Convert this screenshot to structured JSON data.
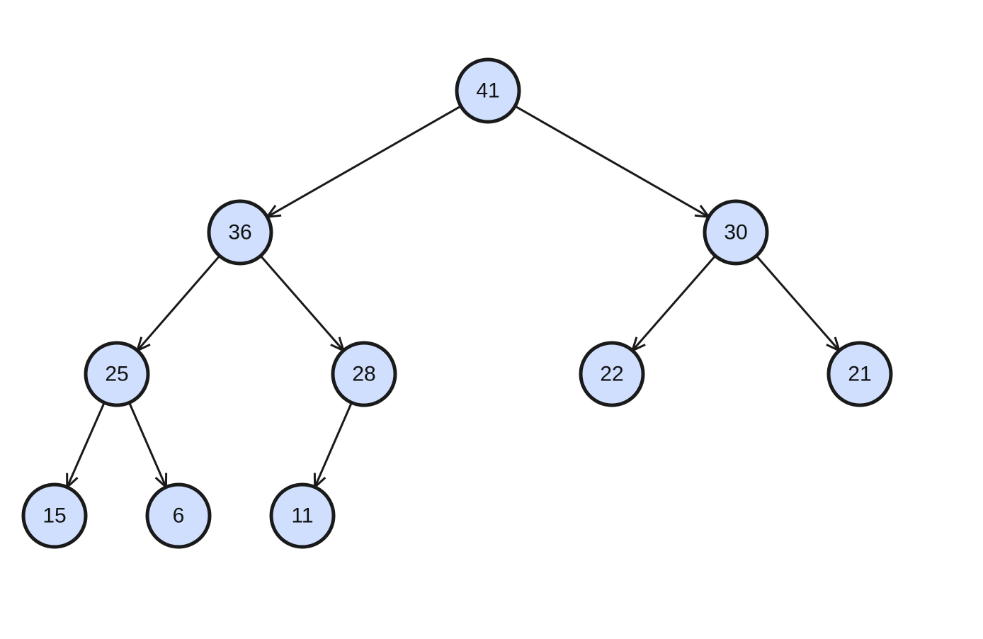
{
  "diagram": {
    "type": "binary-tree",
    "colors": {
      "node_fill": "#cfdffd",
      "node_stroke": "#1a1a1a",
      "edge": "#1a1a1a",
      "text": "#111111",
      "background": "#ffffff"
    },
    "nodes": [
      {
        "id": "n41",
        "label": "41"
      },
      {
        "id": "n36",
        "label": "36"
      },
      {
        "id": "n30",
        "label": "30"
      },
      {
        "id": "n25",
        "label": "25"
      },
      {
        "id": "n28",
        "label": "28"
      },
      {
        "id": "n22",
        "label": "22"
      },
      {
        "id": "n21",
        "label": "21"
      },
      {
        "id": "n15",
        "label": "15"
      },
      {
        "id": "n6",
        "label": "6"
      },
      {
        "id": "n11",
        "label": "11"
      }
    ],
    "edges": [
      {
        "from": "n41",
        "to": "n36"
      },
      {
        "from": "n41",
        "to": "n30"
      },
      {
        "from": "n36",
        "to": "n25"
      },
      {
        "from": "n36",
        "to": "n28"
      },
      {
        "from": "n30",
        "to": "n22"
      },
      {
        "from": "n30",
        "to": "n21"
      },
      {
        "from": "n25",
        "to": "n15"
      },
      {
        "from": "n25",
        "to": "n6"
      },
      {
        "from": "n28",
        "to": "n11"
      }
    ]
  }
}
